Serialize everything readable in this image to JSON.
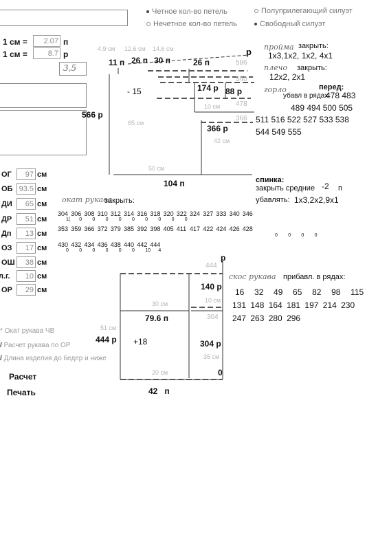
{
  "top": {
    "radio_even": "Четное кол-во петель",
    "radio_odd": "Нечетное кол-во петель",
    "radio_semi": "Полуприлегающий силуэт",
    "radio_free": "Свободный силуэт"
  },
  "gauge": {
    "label1": "1 см =",
    "value1": "2.07",
    "unit1": "п",
    "label2": "1 см =",
    "value2": "8.7",
    "unit2": "р",
    "note": "3,5"
  },
  "measurements": [
    {
      "code": "ОГ",
      "value": "97",
      "unit": "см"
    },
    {
      "code": "ОБ",
      "value": "93.5",
      "unit": "см"
    },
    {
      "code": "ДИ",
      "value": "65",
      "unit": "см"
    },
    {
      "code": "ДР",
      "value": "51",
      "unit": "см"
    },
    {
      "code": "Дп",
      "value": "13",
      "unit": "см"
    },
    {
      "code": "ОЗ",
      "value": "17",
      "unit": "см"
    },
    {
      "code": "ОШ",
      "value": "38",
      "unit": "см"
    },
    {
      "code": "л.г.",
      "value": "10",
      "unit": "см"
    },
    {
      "code": "ОР",
      "value": "29",
      "unit": "см"
    }
  ],
  "options": {
    "opt1": "Окат рукава ЧВ",
    "opt2": "Расчет рукава по ОР",
    "opt3": "Длина изделия до бедер и ниже"
  },
  "buttons": {
    "calc": "Расчет",
    "print": "Печать"
  },
  "body_diagram": {
    "cm_top1": "4.9 см",
    "cm_top2": "12.6 см",
    "cm_top3": "14.6 см",
    "p11": "11",
    "p26a": "26",
    "p30": "30",
    "p26b": "26",
    "unit_p": "п",
    "r_top": "р",
    "v586": "586",
    "v540": "540",
    "v478": "478",
    "v366g": "366",
    "minus15": "- 15",
    "v174": "174",
    "v88": "88",
    "cm10": "10 см",
    "v566": "566",
    "cm65": "65 см",
    "v366": "366",
    "cm42": "42 см",
    "cm50": "50 см",
    "v104": "104",
    "unit_r": "р"
  },
  "right_notes": {
    "hand1": "пройма",
    "close": "закрыть:",
    "seq1": "1х3,1х2, 1х2, 4х1",
    "hand2": "плечо",
    "close2": "закрыть:",
    "seq2": "12х2, 2х1",
    "hand3": "горло",
    "front": "перед:",
    "front_sub": "убавл в рядах:",
    "rows_l1": "478 483",
    "rows_l2": "489 494 500 505",
    "rows_l3": "511 516 522 527 533 538",
    "rows_l4": "544 549 555",
    "back": "спинка:",
    "back_close": "закрыть средние",
    "back_val": "-2",
    "back_unit": "п",
    "back_dec": "убавлять:",
    "back_seq": "1х3,2х2,9х1"
  },
  "sleeve_cap": {
    "hand": "окат рукава",
    "close": "закрыть:",
    "row1": [
      "304",
      "306",
      "308",
      "310",
      "312",
      "314",
      "316",
      "318",
      "320",
      "322",
      "324",
      "327",
      "333",
      "340",
      "346"
    ],
    "row2": [
      "353",
      "359",
      "366",
      "372",
      "379",
      "385",
      "392",
      "398",
      "405",
      "411",
      "417",
      "422",
      "424",
      "426",
      "428"
    ],
    "row3": [
      "430",
      "432",
      "434",
      "436",
      "438",
      "440",
      "442",
      "444"
    ],
    "sub_row1": [
      "1(",
      "0",
      "0",
      "0",
      "0",
      "0",
      "0",
      "0",
      "0",
      "0"
    ],
    "sub_row2": [
      "0",
      "0",
      "0",
      "0"
    ],
    "sub_row3": [
      "0",
      "0",
      "0",
      "0",
      "0",
      "0",
      "10",
      "4"
    ]
  },
  "sleeve_diagram": {
    "v444g": "444",
    "r": "р",
    "v140": "140",
    "cm10": "10 см",
    "cm30": "30 см",
    "v79": "79.6",
    "p": "п",
    "v304g": "304",
    "cm51": "51 см",
    "v444": "444",
    "plus18": "+18",
    "v304": "304",
    "cm35": "35 см",
    "cm20": "20 см",
    "zero": "0",
    "v42": "42"
  },
  "sleeve_notes": {
    "hand": "скос рукава",
    "inc": "прибавл. в рядах:",
    "l1": "16  32  49  65  82  98  115",
    "l2": "131 148 164 181 197 214 230",
    "l3": "247 263 280 296"
  }
}
